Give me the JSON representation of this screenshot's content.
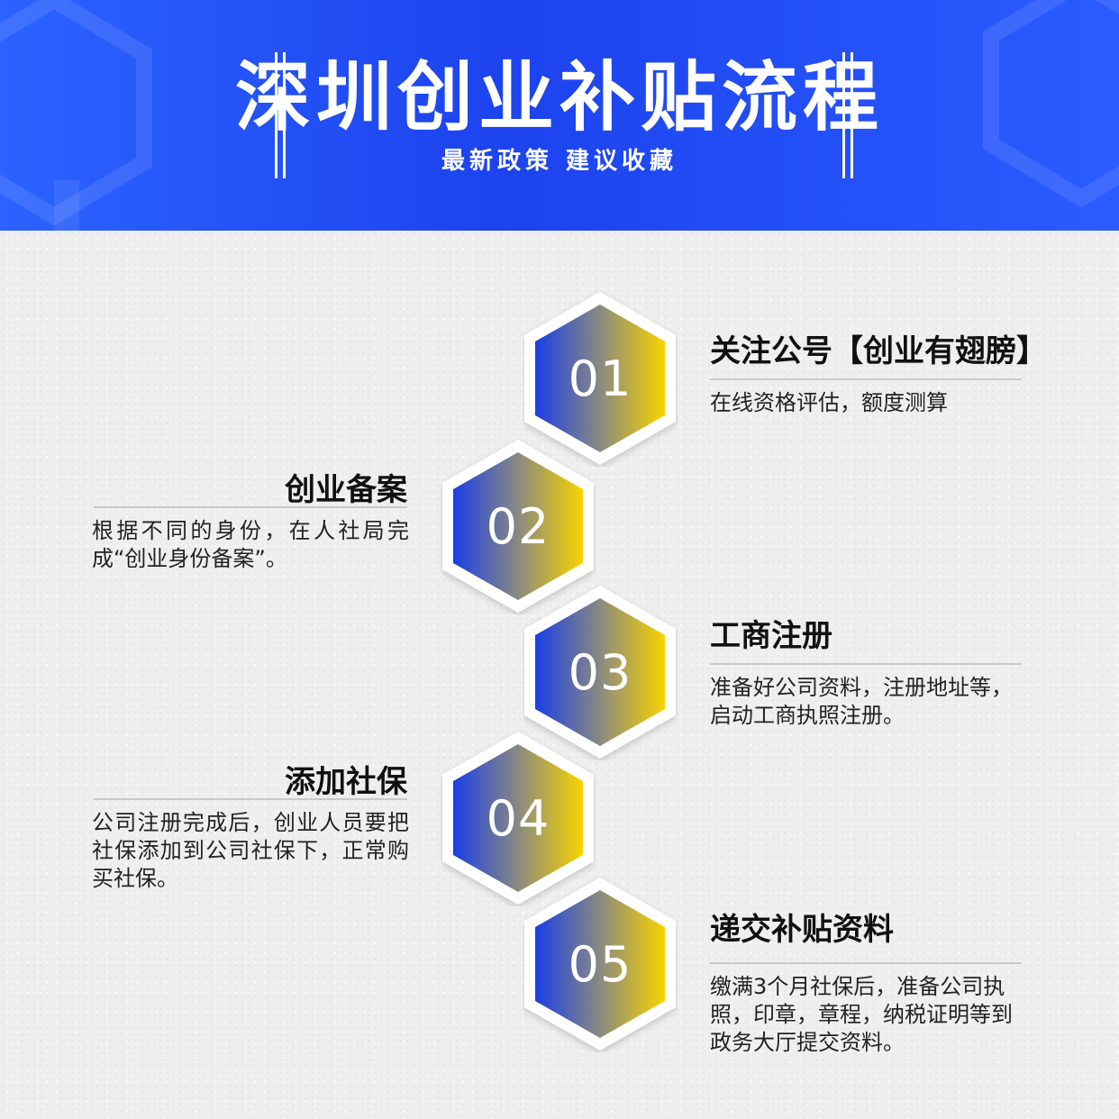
{
  "header": {
    "title": "深圳创业补贴流程",
    "subtitle": "最新政策 建议收藏"
  },
  "colors": {
    "banner_blue": "#1d43ee",
    "hex_blue": "#1b3ee6",
    "hex_yellow": "#f8d400",
    "background": "#efefef"
  },
  "steps": [
    {
      "number": "01",
      "title": "关注公号【创业有翅膀】",
      "desc": "在线资格评估，额度测算"
    },
    {
      "number": "02",
      "title": "创业备案",
      "desc": "根据不同的身份，在人社局完成“创业身份备案”。"
    },
    {
      "number": "03",
      "title": "工商注册",
      "desc": "准备好公司资料，注册地址等，启动工商执照注册。"
    },
    {
      "number": "04",
      "title": "添加社保",
      "desc": "公司注册完成后，创业人员要把社保添加到公司社保下，正常购买社保。"
    },
    {
      "number": "05",
      "title": "递交补贴资料",
      "desc": "缴满3个月社保后，准备公司执照，印章，章程，纳税证明等到政务大厅提交资料。"
    }
  ]
}
